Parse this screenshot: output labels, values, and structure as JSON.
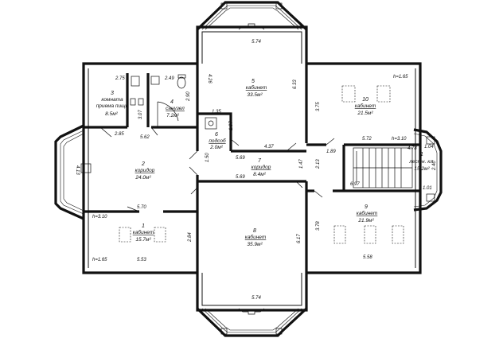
{
  "rooms": [
    {
      "id": "r1",
      "number": "1",
      "name": "кабинет",
      "area": "15.7м²"
    },
    {
      "id": "r2",
      "number": "2",
      "name": "коридор",
      "area": "24.0м²"
    },
    {
      "id": "r3",
      "number": "3",
      "name_line1": "комната",
      "name_line2": "приема пищи",
      "area": "8.5м²"
    },
    {
      "id": "r4",
      "number": "4",
      "name": "санузел",
      "area": "7.2м²"
    },
    {
      "id": "r5",
      "number": "5",
      "name": "кабинет",
      "area": "33.5м²"
    },
    {
      "id": "r6",
      "number": "6",
      "name": "подсоб",
      "area": "2.0м²"
    },
    {
      "id": "r7",
      "number": "7",
      "name": "коридор",
      "area": "8.4м²"
    },
    {
      "id": "r8",
      "number": "8",
      "name": "кабинет",
      "area": "35.9м²"
    },
    {
      "id": "r9",
      "number": "9",
      "name": "кабинет",
      "area": "21.9м²"
    },
    {
      "id": "r10",
      "number": "10",
      "name": "кабинет",
      "area": "21.5м²"
    },
    {
      "id": "r11",
      "number": "1",
      "name": "лестн. кл.",
      "area": "15.2м²"
    }
  ],
  "dimensions": {
    "top_574": "5.74",
    "bottom_574": "5.74",
    "d275": "2.75",
    "d249": "2.49",
    "d426": "4.26",
    "d633": "6.33",
    "d375": "3.75",
    "d307": "3.07",
    "d290": "2.90",
    "d285": "2.85",
    "d562": "5.62",
    "d135": "1.35",
    "d197": "1.97",
    "d437": "4.37",
    "d569a": "5.69",
    "d569b": "5.69",
    "d150": "1.50",
    "d147": "1.47",
    "d213": "2.13",
    "d189": "1.89",
    "d572": "5.72",
    "h310_right": "h=3.10",
    "h165_right": "h=1.65",
    "d478": "4.78",
    "d104": "1.04",
    "d240": "2.40",
    "d101": "1.01",
    "d697": "6.97",
    "d413": "4.13",
    "d570": "5.70",
    "h310_left": "h=3.10",
    "d284": "2.84",
    "d617": "6.17",
    "d378": "3.78",
    "h165_left": "h=1.65",
    "d553": "5.53",
    "d558": "5.58"
  }
}
